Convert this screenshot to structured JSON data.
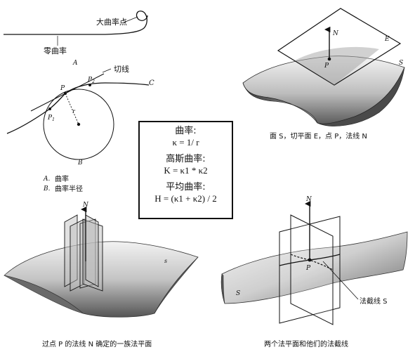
{
  "panel_a": {
    "label_big_curvature": "大曲率点",
    "label_zero_curvature": "零曲率",
    "label_A": "A",
    "label_tangent": "切线",
    "label_C": "C",
    "label_P": "P",
    "label_P1": "P",
    "label_P1_sub": "1",
    "label_P2": "P",
    "label_P2_sub": "2",
    "label_r": "r",
    "label_B": "B",
    "legend_a_key": "A.",
    "legend_a_text": "曲率",
    "legend_b_key": "B.",
    "legend_b_text": "曲率半径"
  },
  "panel_b": {
    "label_N": "N",
    "label_E": "E",
    "label_P": "P",
    "label_S": "S",
    "caption": "面 S，切平面 E，点 P，法线 N"
  },
  "formulas": {
    "curvature_title": "曲率:",
    "curvature_formula": "κ = 1/ r",
    "gaussian_title": "高斯曲率:",
    "gaussian_formula": "K = κ1 * κ2",
    "mean_title": "平均曲率:",
    "mean_formula": "H = (κ1 + κ2) / 2"
  },
  "panel_c": {
    "label_N": "N",
    "label_s": "s",
    "caption": "过点 P 的法线 N 确定的一族法平面"
  },
  "panel_d": {
    "label_N": "N",
    "label_P": "P",
    "label_S": "S",
    "label_section": "法截线 S",
    "caption": "两个法平面和他们的法截线"
  },
  "colors": {
    "ink": "#111111",
    "surface_light": "#e6e6e6",
    "surface_dark": "#6a6a6a",
    "plane_fill": "#d8d8d8"
  }
}
